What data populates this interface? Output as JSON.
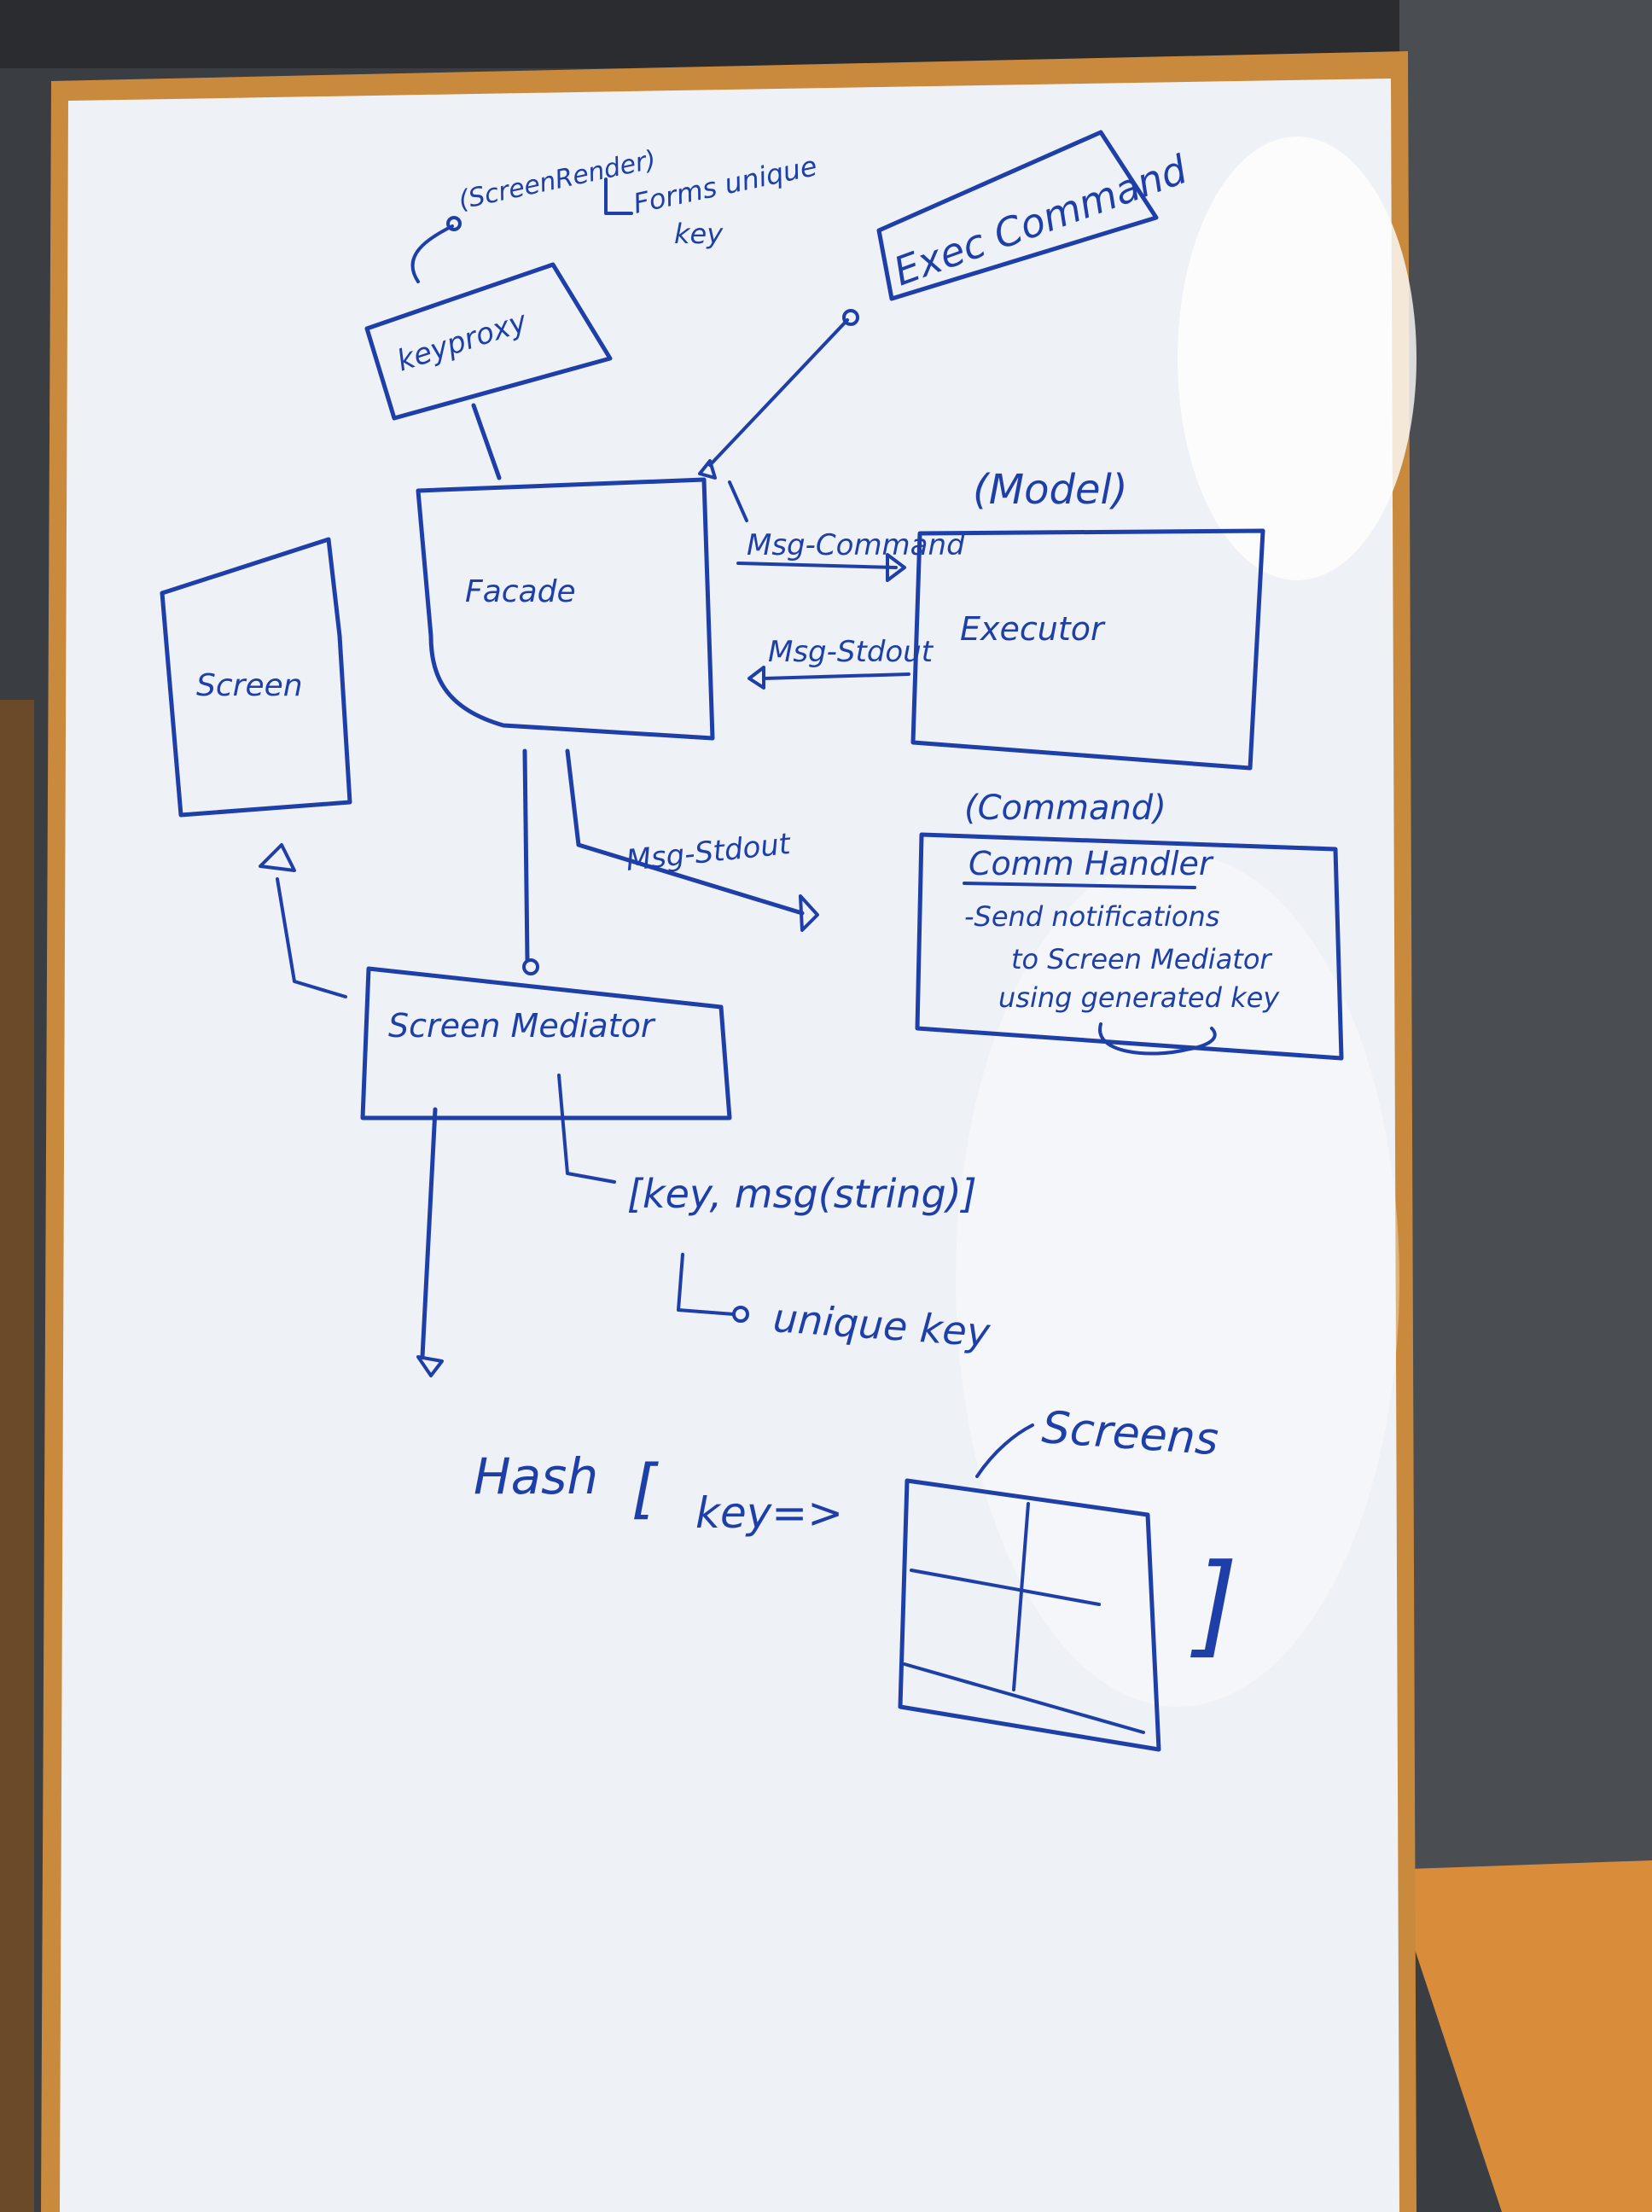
{
  "colors": {
    "ink": "#1e3fa8",
    "board": "#eef1f6",
    "frame": "#c98a3e",
    "wall": "#3a3d42",
    "desk": "#d98c3a"
  },
  "labels": {
    "screen_render": "(ScreenRender)",
    "forms_unique_key": "Forms unique",
    "key_word": "key",
    "keyproxy": "keyproxy",
    "exec_command": "Exec Command",
    "facade": "Facade",
    "screen": "Screen",
    "model": "(Model)",
    "executor": "Executor",
    "msg_command": "Msg-Command",
    "msg_stdout_left": "Msg-Stdout",
    "msg_stdout_down": "Msg-Stdout",
    "command": "(Command)",
    "comm_handler": "Comm Handler",
    "handler_line1": "-Send notifications",
    "handler_line2": "to Screen Mediator",
    "handler_line3": "using generated key",
    "screen_mediator": "Screen Mediator",
    "tuple": "[key, msg(string)]",
    "unique_key": "unique key",
    "hash": "Hash",
    "bracket_open": "[",
    "key_arrow": "key=>",
    "screens": "Screens",
    "bracket_close": "]"
  }
}
